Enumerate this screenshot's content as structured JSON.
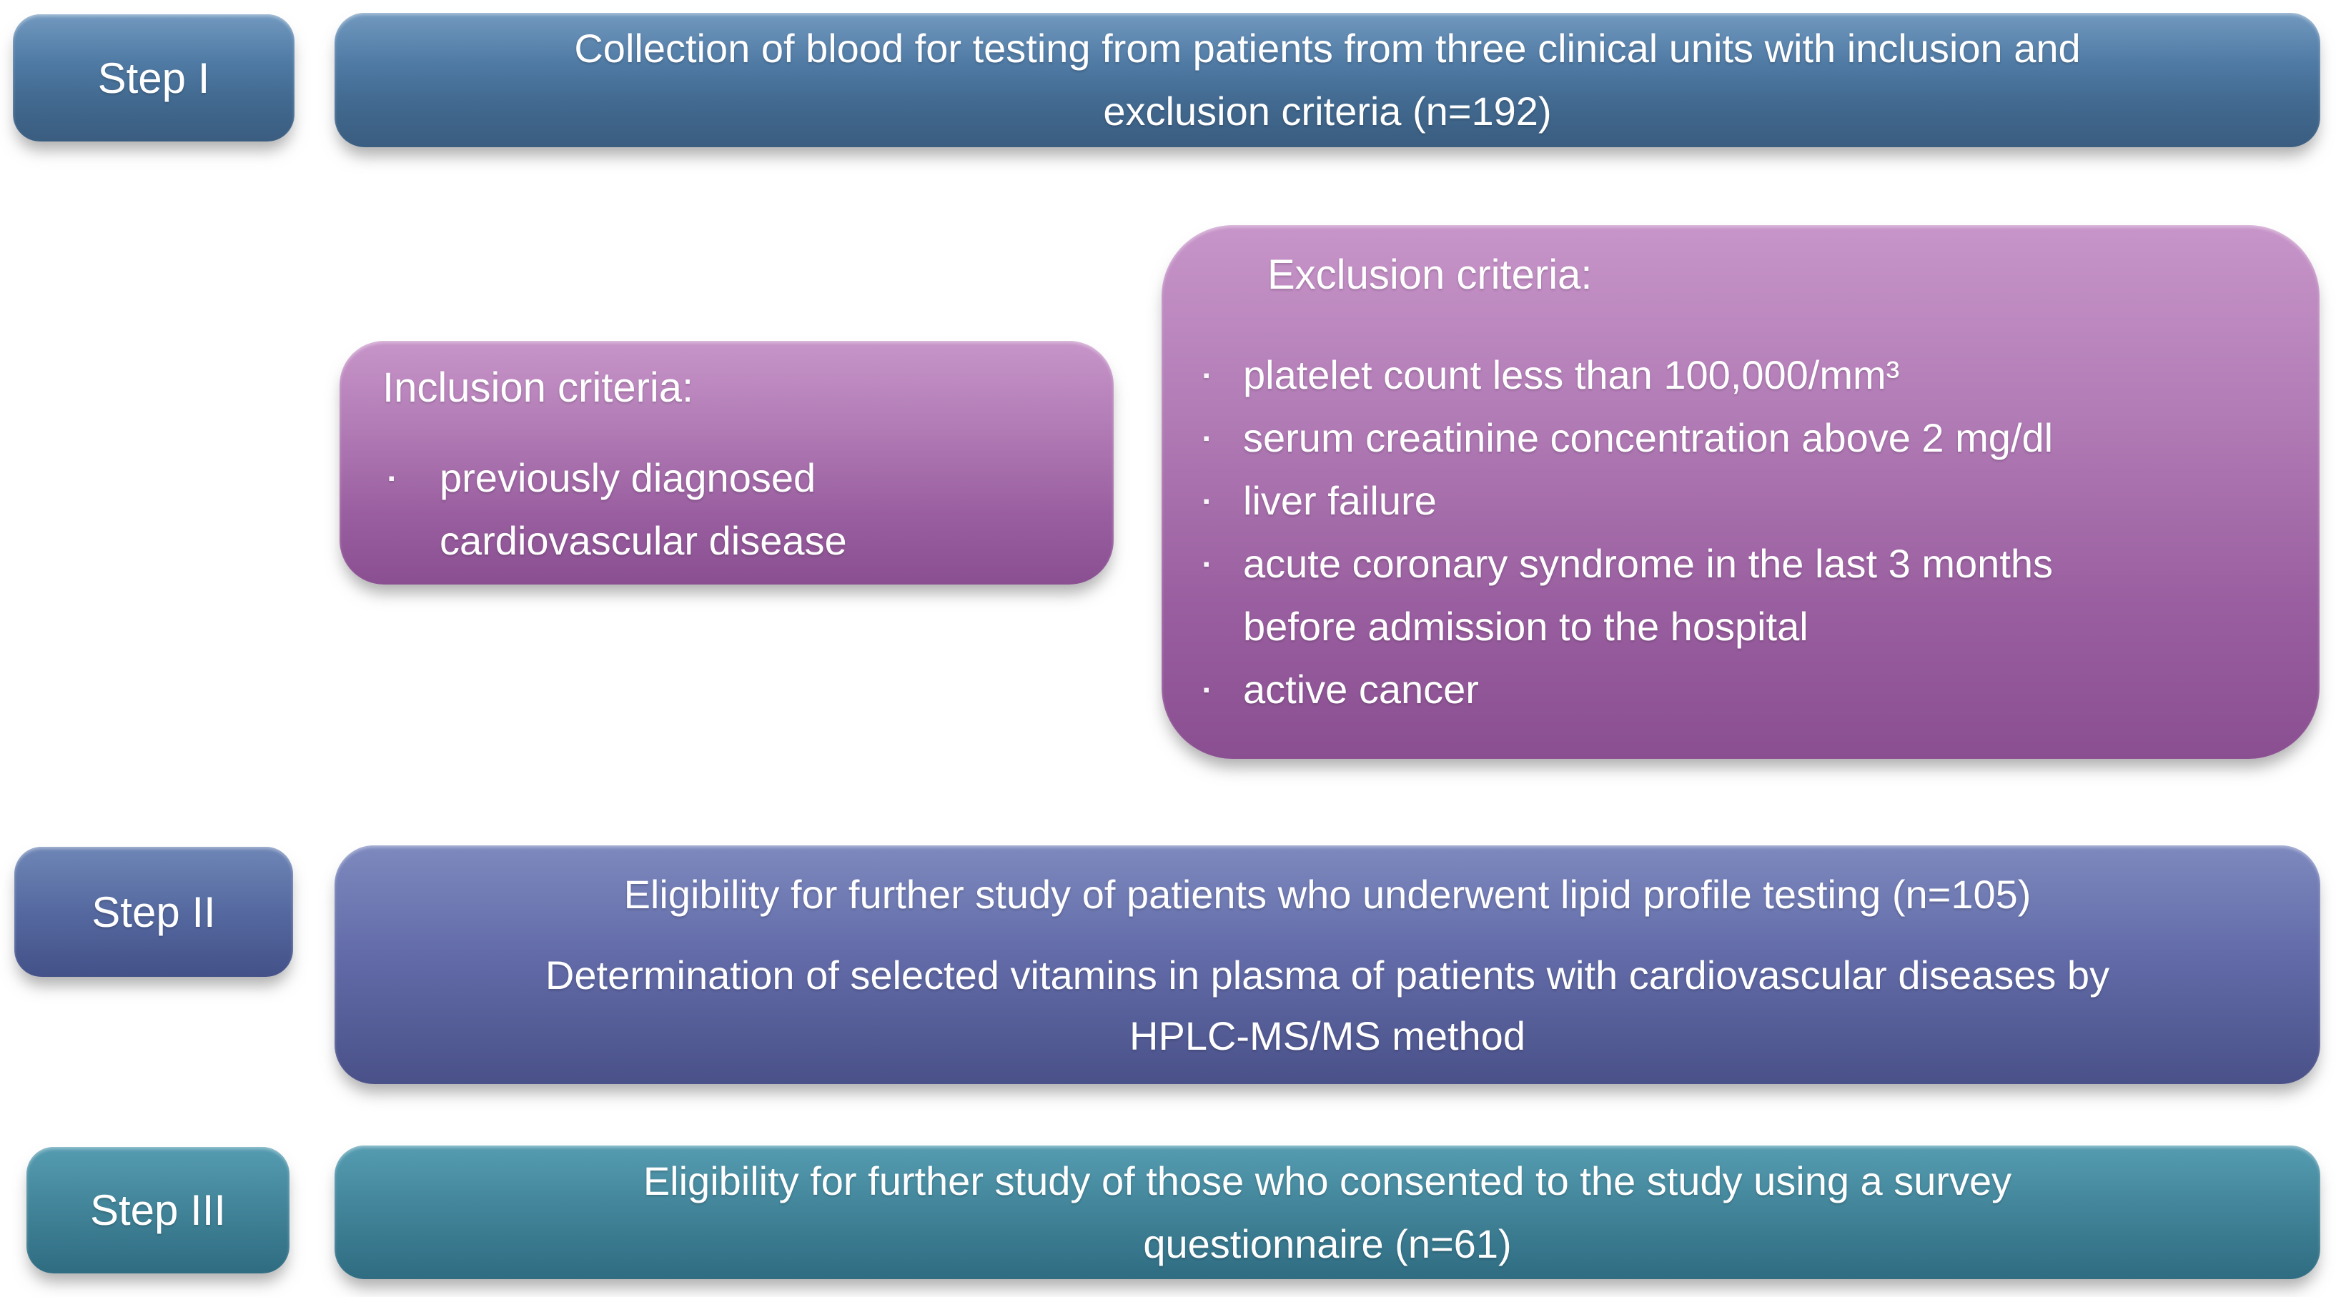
{
  "glyphs": {
    "bullet": "▪"
  },
  "palette": {
    "background": "#ffffff",
    "text": "#ffffff",
    "step1_blue_top": "#7299bf",
    "step1_blue_bottom": "#3a5d80",
    "step2_indigo_top": "#7d89be",
    "step2_indigo_bottom": "#4a5189",
    "step3_teal_top": "#559cb1",
    "step3_teal_bottom": "#2f6c82",
    "criteria_purple_top": "#c795c9",
    "criteria_purple_bottom": "#8a4f91"
  },
  "step1": {
    "label": "Step I",
    "lines": [
      "Collection of blood for testing from patients from three clinical units with inclusion and",
      "exclusion criteria (n=192)"
    ]
  },
  "inclusion": {
    "heading": "Inclusion criteria:",
    "items": [
      [
        "previously diagnosed",
        "cardiovascular disease"
      ]
    ]
  },
  "exclusion": {
    "heading": "Exclusion criteria:",
    "items": [
      [
        "platelet count less than 100,000/mm³"
      ],
      [
        "serum creatinine concentration above 2 mg/dl"
      ],
      [
        "liver failure"
      ],
      [
        "acute coronary syndrome in the last 3 months",
        "before admission to the hospital"
      ],
      [
        "active cancer"
      ]
    ]
  },
  "step2": {
    "label": "Step II",
    "lines_a": [
      "Eligibility for further study of patients who underwent lipid profile testing (n=105)"
    ],
    "lines_b": [
      "Determination of selected vitamins in plasma of patients with cardiovascular diseases by",
      "HPLC-MS/MS method"
    ]
  },
  "step3": {
    "label": "Step III",
    "lines": [
      "Eligibility for further study of those who consented to the study using a survey",
      "questionnaire (n=61)"
    ]
  }
}
